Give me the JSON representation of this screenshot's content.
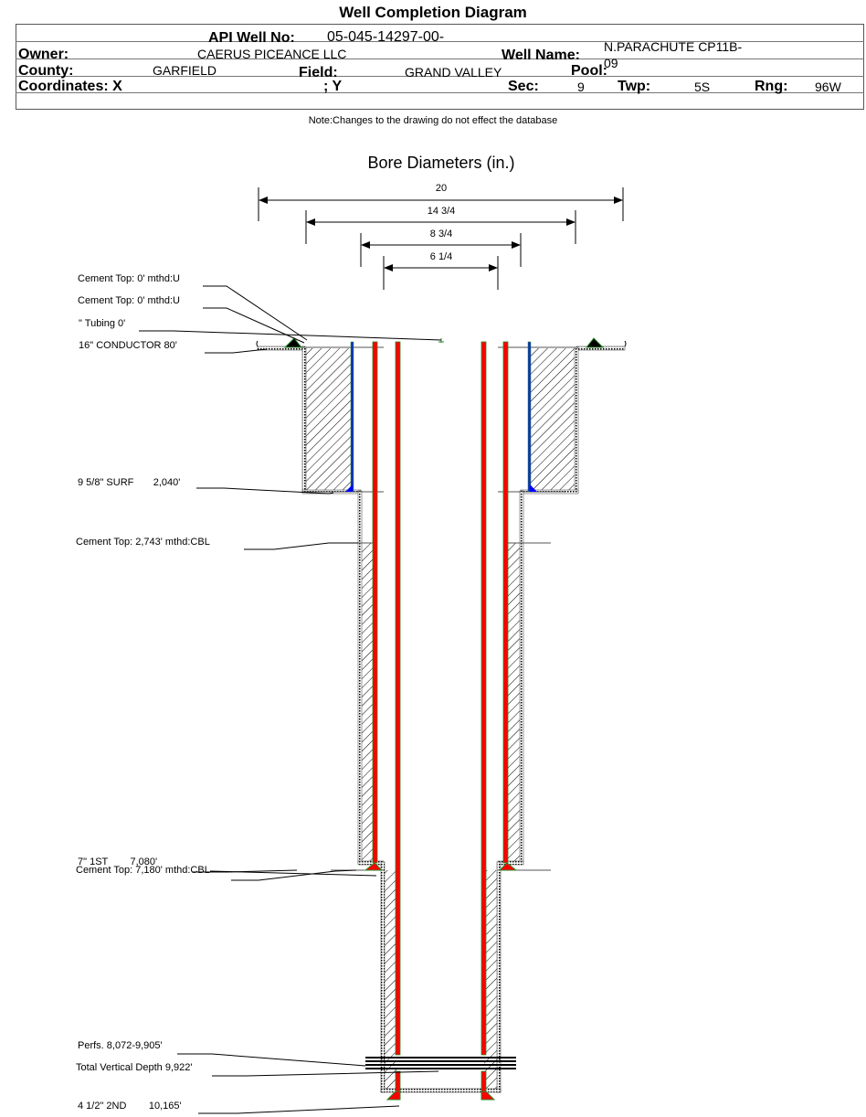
{
  "title": "Well Completion Diagram",
  "header": {
    "api_label": "API Well No:",
    "api_value": "05-045-14297-00-",
    "owner_label": "Owner:",
    "owner_value": "CAERUS PICEANCE LLC",
    "well_name_label": "Well Name:",
    "well_name_value_line1": "N.PARACHUTE  CP11B-",
    "well_name_value_line2": "09",
    "county_label": "County:",
    "county_value": "GARFIELD",
    "field_label": "Field:",
    "field_value": "GRAND VALLEY",
    "pool_label": "Pool:",
    "pool_value": "",
    "coords_label": "Coordinates: X",
    "coords_y_label": "; Y",
    "sec_label": "Sec:",
    "sec_value": "9",
    "twp_label": "Twp:",
    "twp_value": "5S",
    "rng_label": "Rng:",
    "rng_value": "96W"
  },
  "note": "Note:Changes to the drawing do not effect the database",
  "bore": {
    "title": "Bore Diameters (in.)",
    "diameters": [
      "20",
      "14 3/4",
      "8 3/4",
      "6 1/4"
    ]
  },
  "callouts": [
    "Cement Top: 0' mthd:U",
    "Cement Top: 0' mthd:U",
    "\" Tubing 0'",
    "16\" CONDUCTOR  80'",
    "9 5/8\" SURF       2,040'",
    "Cement Top: 2,743' mthd:CBL",
    "7\" 1ST        7,080'",
    "Cement Top: 7,180' mthd:CBL",
    "Perfs. 8,072-9,905'",
    "Total Vertical Depth 9,922'",
    "4 1/2\" 2ND        10,165'"
  ],
  "colors": {
    "casing_red": "#ff0000",
    "casing_edge": "#2a8a2a",
    "surface_casing": "#1030c0",
    "shoe_blue": "#0000ff"
  }
}
